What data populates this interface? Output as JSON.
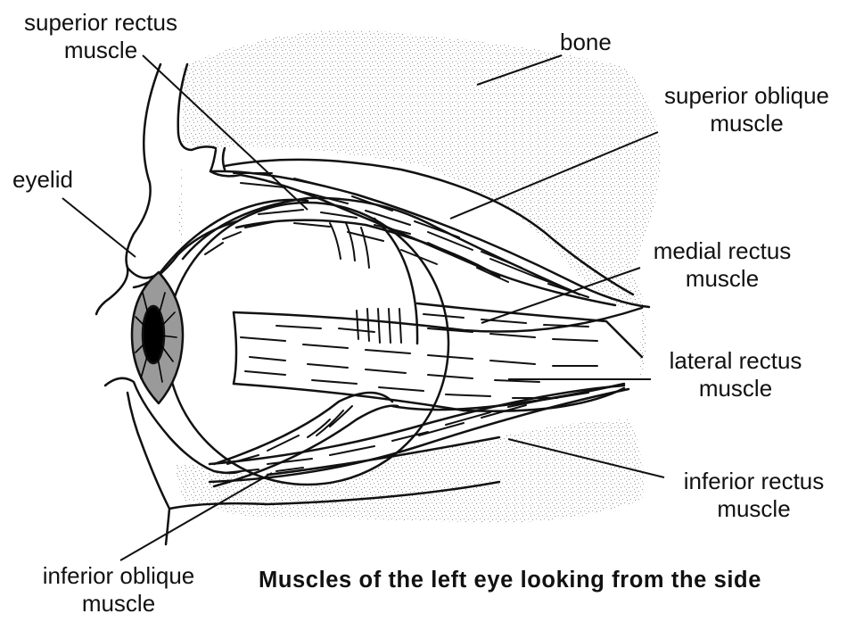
{
  "labels": {
    "superior_rectus": [
      "superior rectus",
      "muscle"
    ],
    "bone": "bone",
    "superior_oblique": [
      "superior oblique",
      "muscle"
    ],
    "eyelid": "eyelid",
    "medial_rectus": [
      "medial rectus",
      "muscle"
    ],
    "lateral_rectus": [
      "lateral rectus",
      "muscle"
    ],
    "inferior_rectus": [
      "inferior rectus",
      "muscle"
    ],
    "inferior_oblique": [
      "inferior oblique",
      "muscle"
    ]
  },
  "caption": "Muscles of the left eye looking from the side",
  "colors": {
    "ink": "#111111",
    "iris": "#9a9a9a",
    "pupil": "#000000",
    "bone_stipple": "#8a8a8a"
  }
}
